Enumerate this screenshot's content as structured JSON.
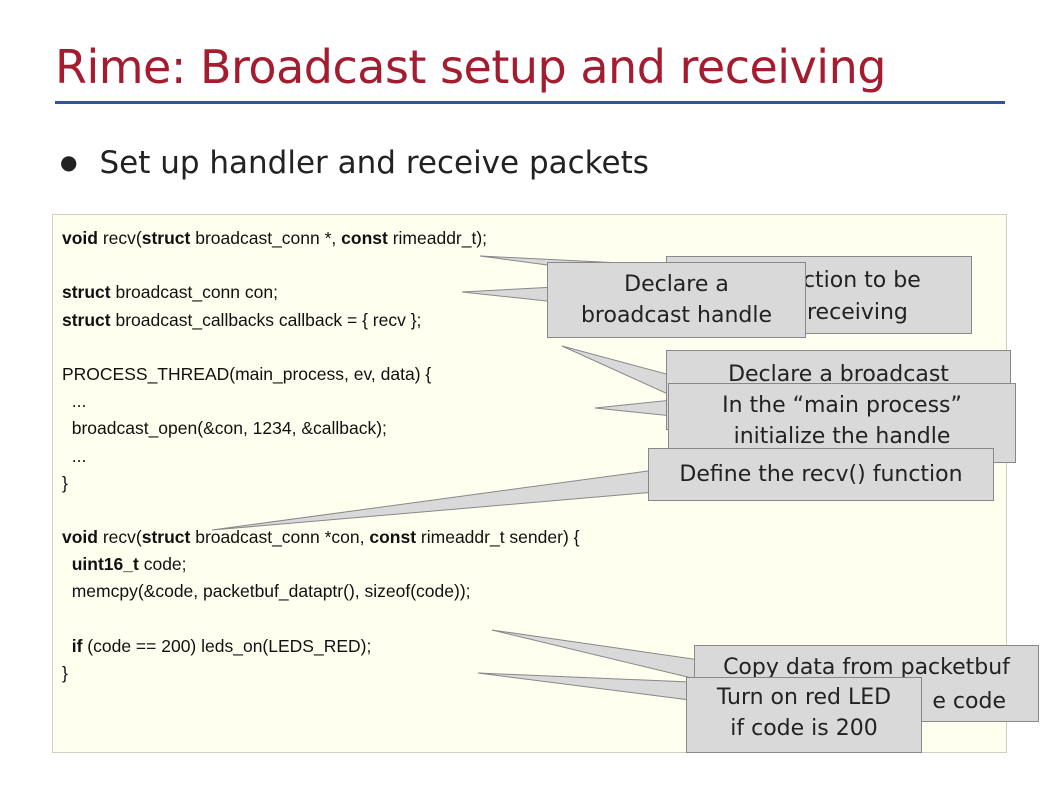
{
  "title": "Rime: Broadcast setup and receiving",
  "bullet": "Set up handler and receive packets",
  "code": {
    "l1": [
      "void",
      " recv(",
      "struct",
      " broadcast_conn *, ",
      "const",
      " rimeaddr_t);"
    ],
    "l3": [
      "struct",
      " broadcast_conn con;"
    ],
    "l4": [
      "struct",
      " broadcast_callbacks callback = { recv };"
    ],
    "l6": "PROCESS_THREAD(main_process, ev, data) {",
    "l7": "  ...",
    "l8": "  broadcast_open(&con, 1234, &callback);",
    "l9": "  ...",
    "l10": "}",
    "l12": [
      "void",
      " recv(",
      "struct",
      " broadcast_conn *con, ",
      "const",
      " rimeaddr_t sender) {"
    ],
    "l13": [
      "  ",
      "uint16_t",
      " code;"
    ],
    "l14": "  memcpy(&code, packetbuf_dataptr(), sizeof(code));",
    "l16": [
      "  ",
      "if",
      " (code == 200) leds_on(LEDS_RED);"
    ],
    "l17": "}"
  },
  "callouts": {
    "func_line1": "Declare the function to be",
    "func_line1_visible": "nction to be",
    "func_line2": "receiving",
    "handle_line1": "Declare a",
    "handle_line2": "broadcast handle",
    "bcast_line1": "Declare a broadcast",
    "main_line1": "In the “main process”",
    "main_line2": "initialize the handle",
    "recv_def": "Define the recv() function",
    "copy_line1": "Copy data from packetbuf",
    "copy_line2": "e code",
    "led_line1": "Turn on red LED",
    "led_line2": "if code is 200"
  }
}
